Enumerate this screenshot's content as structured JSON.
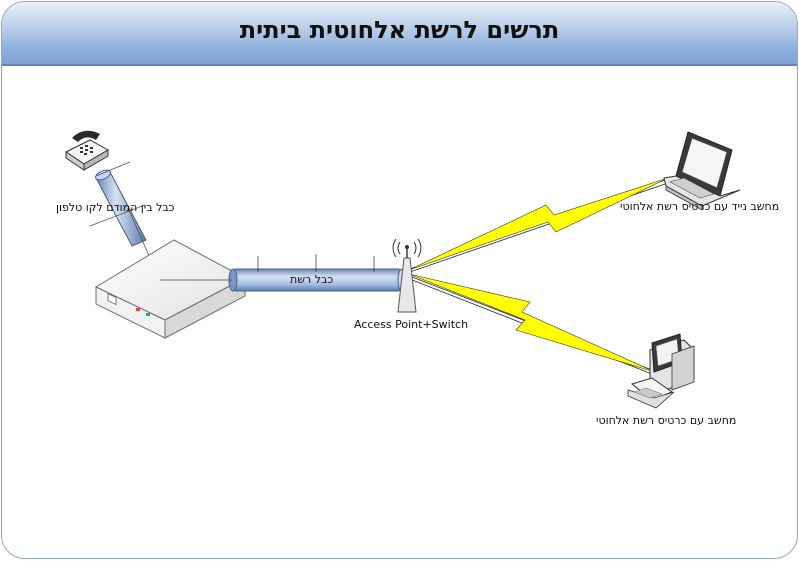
{
  "title": "תרשים לרשת אלחוטית ביתית",
  "labels": {
    "modem_phone_cable": "כבל בין המודם לקו טלפון",
    "network_cable": "כבל רשת",
    "access_point": "Access Point+Switch",
    "laptop": "מחשב נייד עם כרטיס רשת אלחוטי",
    "desktop": "מחשב עם כרטיס רשת אלחוטי"
  },
  "colors": {
    "header_blue": "#8fb1dc",
    "cable_blue": "#a9bfe0",
    "lightning_yellow": "#ffff00"
  },
  "icons": [
    "telephone-icon",
    "modem-icon",
    "access-point-icon",
    "laptop-icon",
    "desktop-computer-icon"
  ]
}
